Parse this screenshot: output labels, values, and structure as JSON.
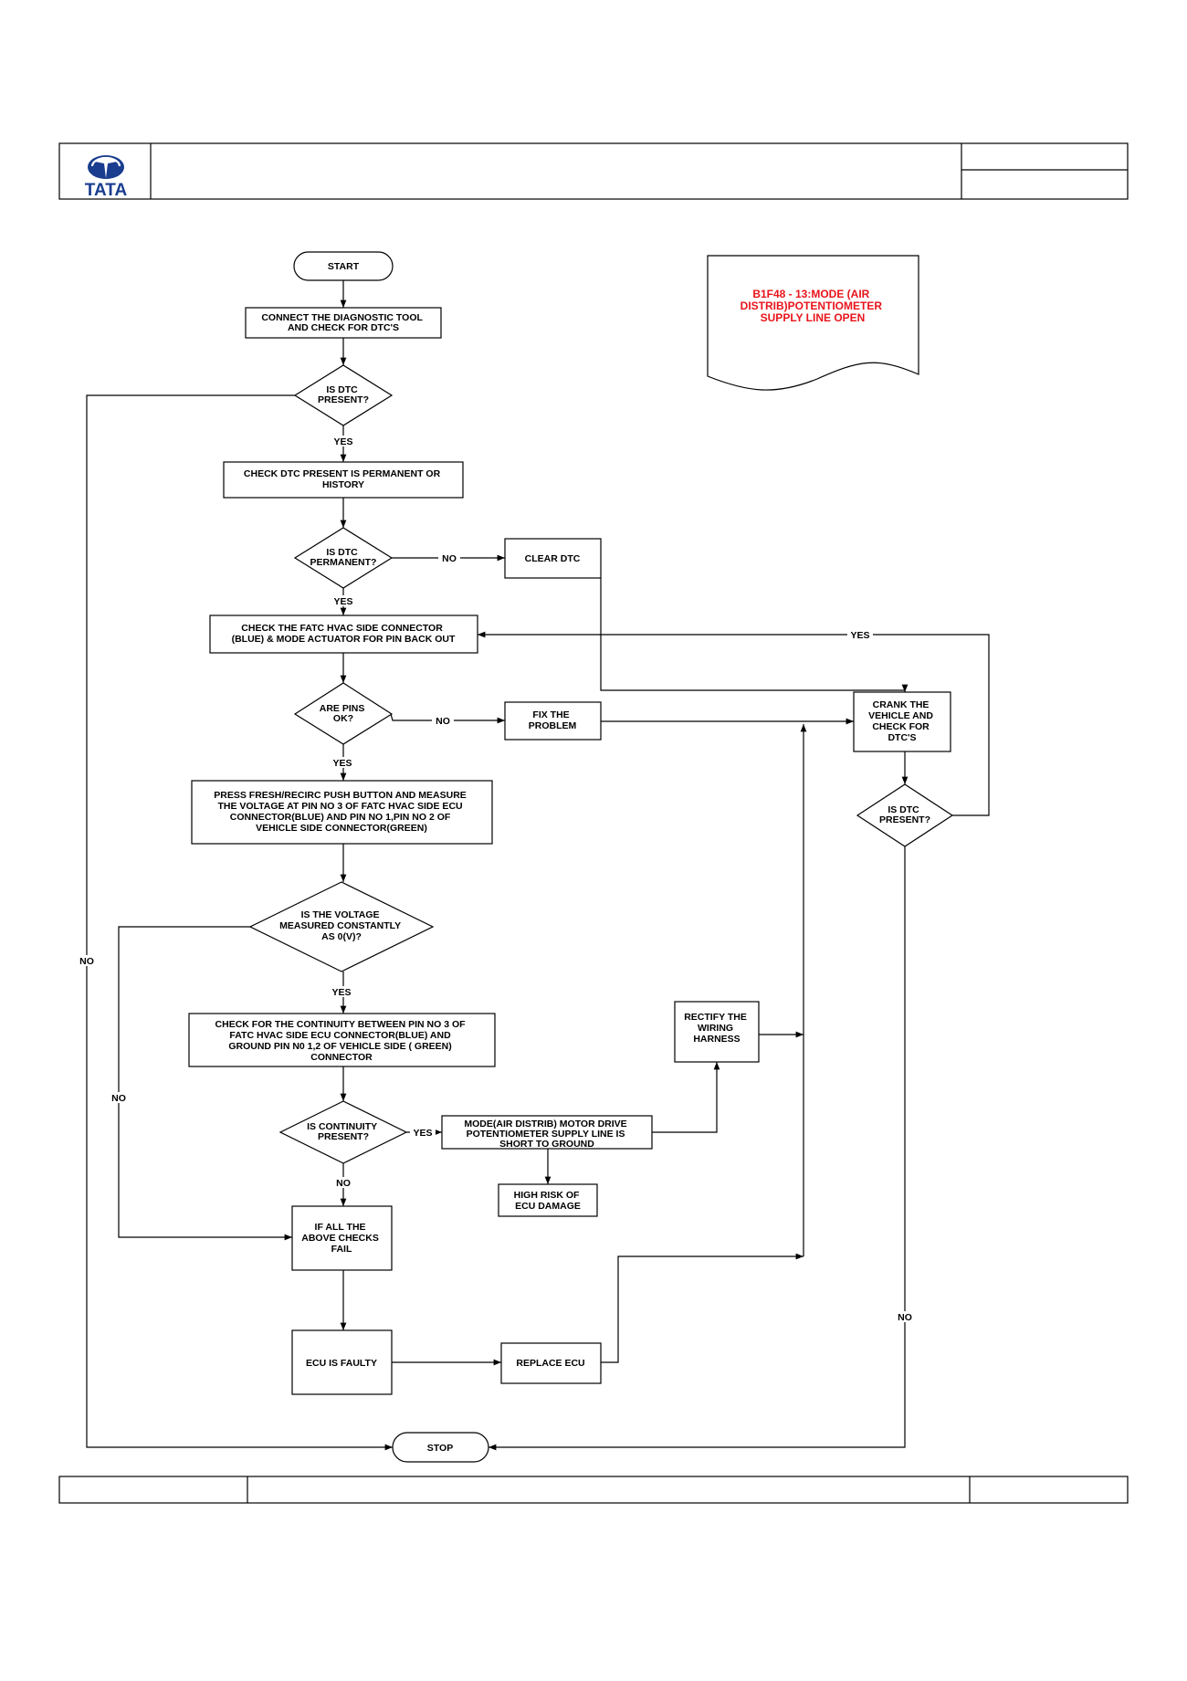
{
  "brand": {
    "logo_text": "TATA",
    "logo_color": "#1a3d8f"
  },
  "note": {
    "lines": [
      "B1F48 - 13:MODE (AIR",
      "DISTRIB)POTENTIOMETER",
      "SUPPLY LINE OPEN"
    ],
    "color": "#e8141b"
  },
  "nodes": {
    "start": [
      "START"
    ],
    "connect": [
      "CONNECT THE DIAGNOSTIC TOOL",
      "AND CHECK FOR  DTC'S"
    ],
    "is_dtc_present_1": [
      "IS  DTC",
      "PRESENT?"
    ],
    "check_permanent": [
      "CHECK DTC  PRESENT IS PERMANENT OR",
      "HISTORY"
    ],
    "is_dtc_permanent": [
      "IS  DTC",
      "PERMANENT?"
    ],
    "clear_dtc": [
      "CLEAR DTC"
    ],
    "check_connector": [
      "CHECK THE FATC HVAC SIDE CONNECTOR",
      "(BLUE) & MODE ACTUATOR FOR PIN BACK OUT"
    ],
    "are_pins_ok": [
      "ARE PINS",
      "OK?"
    ],
    "fix_problem": [
      "FIX THE",
      "PROBLEM"
    ],
    "crank_vehicle": [
      "CRANK THE",
      "VEHICLE AND",
      "CHECK FOR",
      "DTC'S"
    ],
    "is_dtc_present_2": [
      "IS  DTC",
      "PRESENT?"
    ],
    "press_measure": [
      "PRESS FRESH/RECIRC PUSH BUTTON AND MEASURE",
      "THE VOLTAGE AT PIN NO 3  OF FATC HVAC SIDE ECU",
      "CONNECTOR(BLUE) AND PIN NO 1,PIN NO 2 OF",
      "VEHICLE SIDE CONNECTOR(GREEN)"
    ],
    "is_voltage_zero": [
      "IS  THE VOLTAGE",
      "MEASURED CONSTANTLY",
      "AS 0(V)?"
    ],
    "check_continuity": [
      "CHECK FOR THE CONTINUITY BETWEEN PIN NO 3 OF",
      "FATC HVAC SIDE ECU CONNECTOR(BLUE) AND",
      "GROUND  PIN N0 1,2 OF VEHICLE SIDE ( GREEN)",
      "CONNECTOR"
    ],
    "rectify_harness": [
      "RECTIFY THE",
      "WIRING",
      "HARNESS"
    ],
    "is_continuity_present": [
      "IS CONTINUITY",
      "PRESENT?"
    ],
    "short_to_ground": [
      "MODE(AIR DISTRIB) MOTOR DRIVE",
      "POTENTIOMETER SUPPLY  LINE IS",
      "SHORT TO GROUND"
    ],
    "high_risk": [
      "HIGH RISK OF",
      "ECU DAMAGE"
    ],
    "all_checks_fail": [
      "IF ALL THE",
      "ABOVE CHECKS",
      "FAIL"
    ],
    "ecu_faulty": [
      "ECU IS FAULTY"
    ],
    "replace_ecu": [
      "REPLACE ECU"
    ],
    "stop": [
      "STOP"
    ]
  },
  "edge_labels": {
    "yes_dtc_present": "YES",
    "no_permanent": "NO",
    "yes_permanent": "YES",
    "yes_recheck": "YES",
    "no_pins": "NO",
    "yes_pins": "YES",
    "no_dtc_present_1": "NO",
    "yes_voltage": "YES",
    "no_voltage": "NO",
    "yes_continuity": "YES",
    "no_continuity": "NO",
    "no_dtc_present_2": "NO"
  }
}
